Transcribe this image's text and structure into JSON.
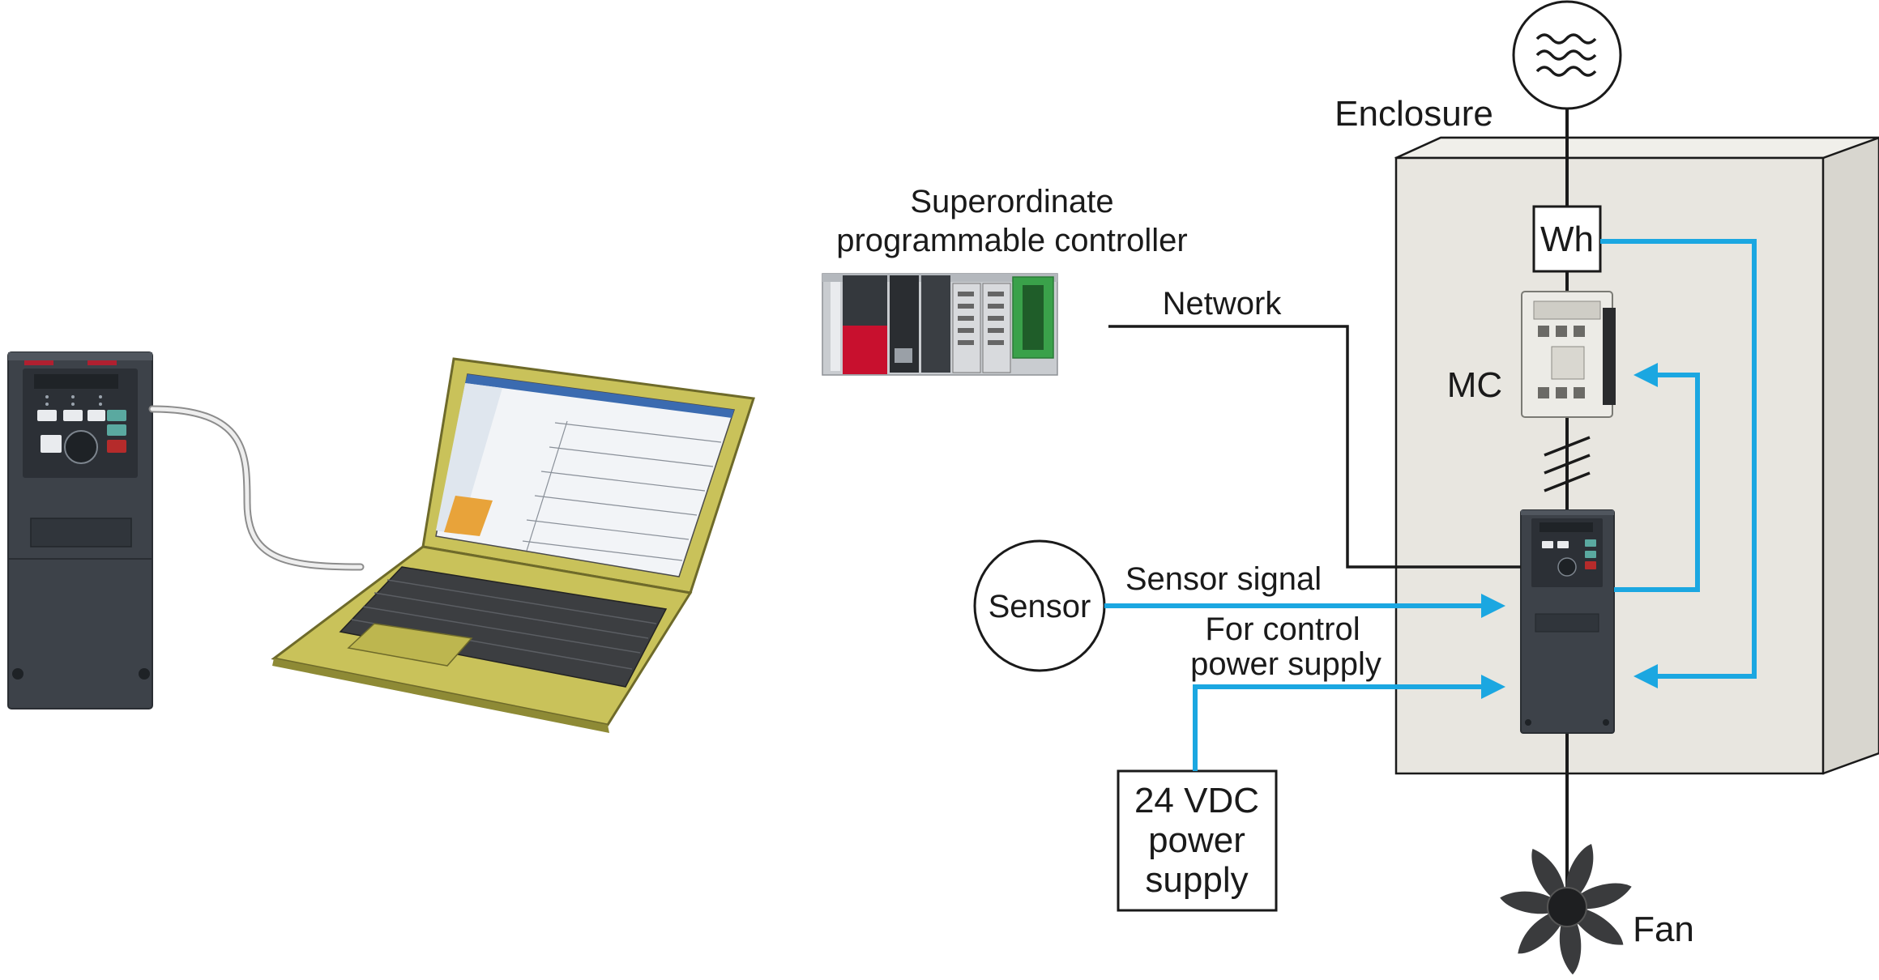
{
  "labels": {
    "enclosure": "Enclosure",
    "plc_line1": "Superordinate",
    "plc_line2": "programmable controller",
    "network": "Network",
    "wh": "Wh",
    "mc": "MC",
    "sensor": "Sensor",
    "sensor_signal": "Sensor signal",
    "control_line1": "For control",
    "control_line2": "power supply",
    "psu_line1": "24 VDC",
    "psu_line2": "power",
    "psu_line3": "supply",
    "fan": "Fan"
  },
  "colors": {
    "signal": "#1ba7e1",
    "line": "#1a1a1a",
    "enclosure_fill": "#e8e6e0",
    "enclosure_side": "#d8d6cf",
    "inverter": "#3d4249",
    "laptop": "#c9c25a",
    "plc_red": "#c8102e",
    "plc_green": "#3aa14a"
  }
}
